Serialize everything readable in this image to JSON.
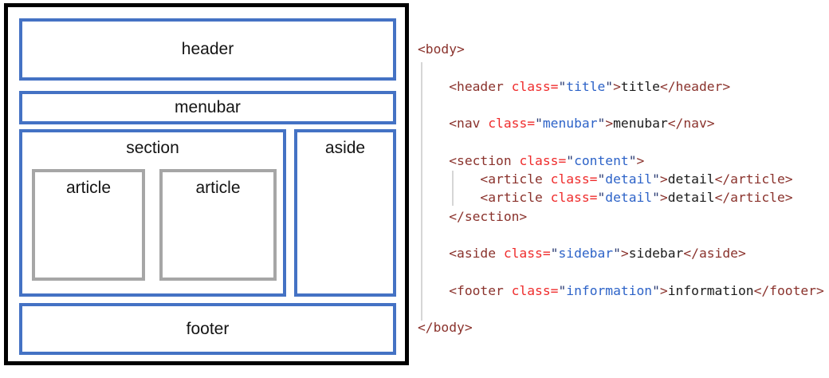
{
  "diagram": {
    "header_label": "header",
    "menubar_label": "menubar",
    "section_label": "section",
    "aside_label": "aside",
    "article1_label": "article",
    "article2_label": "article",
    "footer_label": "footer"
  },
  "code": {
    "lines": [
      {
        "tokens": [
          [
            "tag",
            "<body>"
          ]
        ]
      },
      {
        "tokens": []
      },
      {
        "tokens": [
          [
            "tag",
            "    <header "
          ],
          [
            "attr",
            "class="
          ],
          [
            "q",
            "\""
          ],
          [
            "val",
            "title"
          ],
          [
            "q",
            "\""
          ],
          [
            "tag",
            ">"
          ],
          [
            "text",
            "title"
          ],
          [
            "tag",
            "</header>"
          ]
        ]
      },
      {
        "tokens": []
      },
      {
        "tokens": [
          [
            "tag",
            "    <nav "
          ],
          [
            "attr",
            "class="
          ],
          [
            "q",
            "\""
          ],
          [
            "val",
            "menubar"
          ],
          [
            "q",
            "\""
          ],
          [
            "tag",
            ">"
          ],
          [
            "text",
            "menubar"
          ],
          [
            "tag",
            "</nav>"
          ]
        ]
      },
      {
        "tokens": []
      },
      {
        "tokens": [
          [
            "tag",
            "    <section "
          ],
          [
            "attr",
            "class="
          ],
          [
            "q",
            "\""
          ],
          [
            "val",
            "content"
          ],
          [
            "q",
            "\""
          ],
          [
            "tag",
            ">"
          ]
        ]
      },
      {
        "tokens": [
          [
            "tag",
            "        <article "
          ],
          [
            "attr",
            "class="
          ],
          [
            "q",
            "\""
          ],
          [
            "val",
            "detail"
          ],
          [
            "q",
            "\""
          ],
          [
            "tag",
            ">"
          ],
          [
            "text",
            "detail"
          ],
          [
            "tag",
            "</article>"
          ]
        ]
      },
      {
        "tokens": [
          [
            "tag",
            "        <article "
          ],
          [
            "attr",
            "class="
          ],
          [
            "q",
            "\""
          ],
          [
            "val",
            "detail"
          ],
          [
            "q",
            "\""
          ],
          [
            "tag",
            ">"
          ],
          [
            "text",
            "detail"
          ],
          [
            "tag",
            "</article>"
          ]
        ]
      },
      {
        "tokens": [
          [
            "tag",
            "    </section>"
          ]
        ]
      },
      {
        "tokens": []
      },
      {
        "tokens": [
          [
            "tag",
            "    <aside "
          ],
          [
            "attr",
            "class="
          ],
          [
            "q",
            "\""
          ],
          [
            "val",
            "sidebar"
          ],
          [
            "q",
            "\""
          ],
          [
            "tag",
            ">"
          ],
          [
            "text",
            "sidebar"
          ],
          [
            "tag",
            "</aside>"
          ]
        ]
      },
      {
        "tokens": []
      },
      {
        "tokens": [
          [
            "tag",
            "    <footer "
          ],
          [
            "attr",
            "class="
          ],
          [
            "q",
            "\""
          ],
          [
            "val",
            "information"
          ],
          [
            "q",
            "\""
          ],
          [
            "tag",
            ">"
          ],
          [
            "text",
            "information"
          ],
          [
            "tag",
            "</footer>"
          ]
        ]
      },
      {
        "tokens": []
      },
      {
        "tokens": [
          [
            "tag",
            "</body>"
          ]
        ]
      }
    ]
  },
  "colors": {
    "accent_blue": "#4472C4",
    "article_gray": "#A6A6A6",
    "outer_black": "#000000",
    "code_tag": "#8a322c",
    "code_attr": "#ef2c2c",
    "code_value": "#2d63c8",
    "code_quote": "#2a3b73",
    "code_text": "#1b1b1b",
    "indent_guide": "#d6d6d6"
  }
}
